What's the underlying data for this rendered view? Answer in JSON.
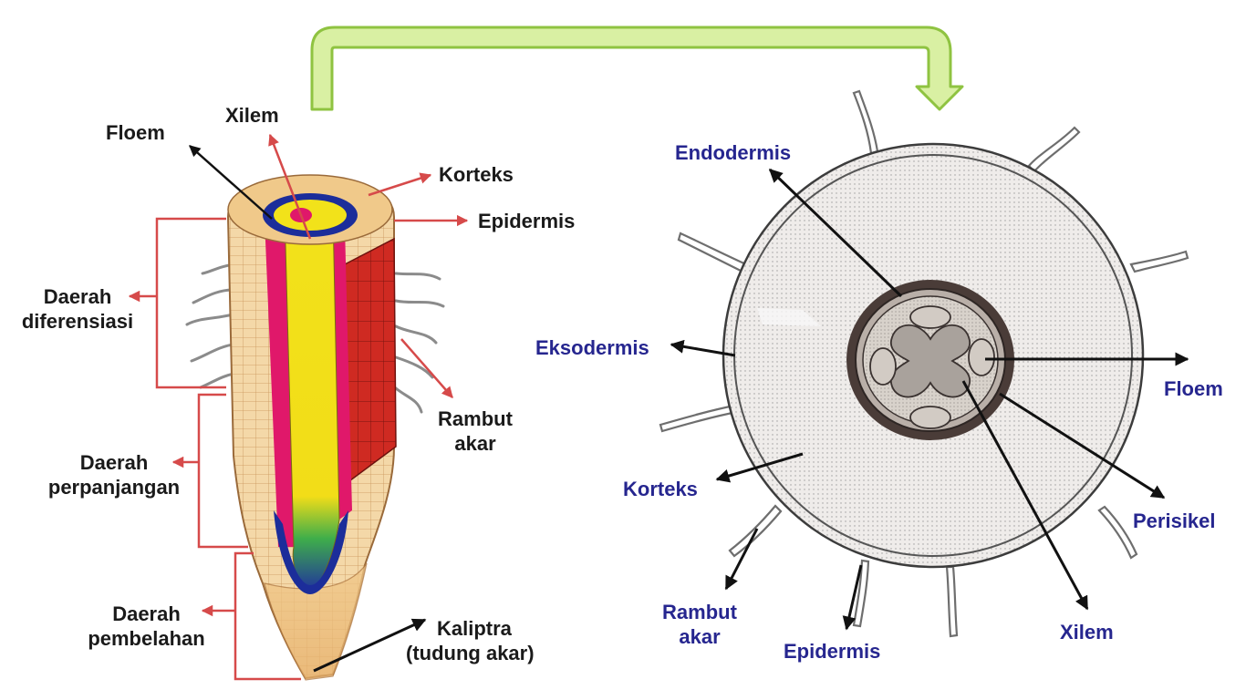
{
  "longitudinal_section": {
    "labels": {
      "floem": "Floem",
      "xilem": "Xilem",
      "korteks": "Korteks",
      "epidermis": "Epidermis",
      "rambut_akar": [
        "Rambut",
        "akar"
      ],
      "kaliptra": [
        "Kaliptra",
        "(tudung akar)"
      ],
      "daerah_diferensiasi": [
        "Daerah",
        "diferensiasi"
      ],
      "daerah_perpanjangan": [
        "Daerah",
        "perpanjangan"
      ],
      "daerah_pembelahan": [
        "Daerah",
        "pembelahan"
      ]
    }
  },
  "cross_section": {
    "labels": {
      "endodermis": "Endodermis",
      "eksodermis": "Eksodermis",
      "floem": "Floem",
      "korteks": "Korteks",
      "perisikel": "Perisikel",
      "rambut_akar": [
        "Rambut",
        "akar"
      ],
      "epidermis": "Epidermis",
      "xilem": "Xilem"
    }
  },
  "colors": {
    "left_label_text": "#1a1a1a",
    "right_label_text": "#26268f",
    "red_pointer": "#d64a4a",
    "black_pointer": "#111111",
    "connector_arrow_fill": "#d9f0a3",
    "connector_arrow_stroke": "#8fc341"
  }
}
